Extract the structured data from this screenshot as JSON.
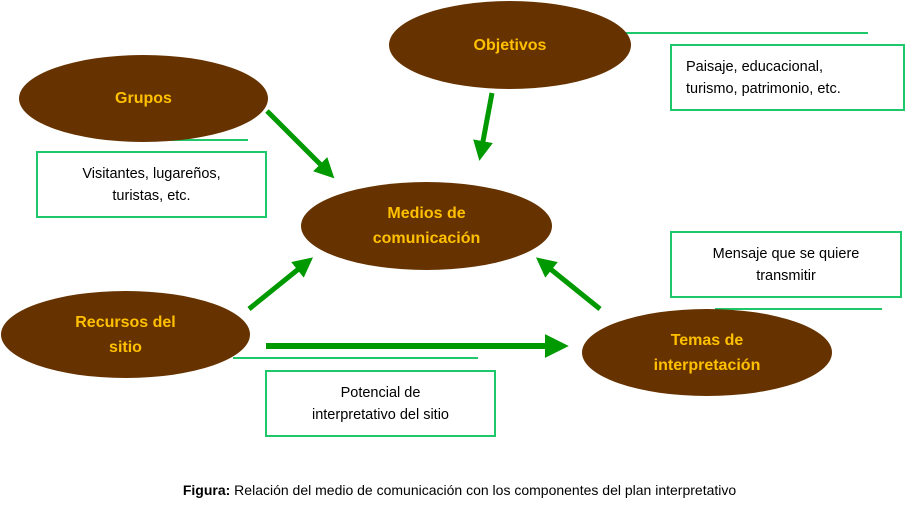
{
  "colors": {
    "node_fill": "#663300",
    "node_text": "#ffc000",
    "arrow": "#009900",
    "note_border": "#1ec86a"
  },
  "nodes": {
    "objetivos": {
      "lines": [
        "Objetivos"
      ]
    },
    "grupos": {
      "lines": [
        "Grupos"
      ]
    },
    "medios": {
      "lines": [
        "Medios de",
        "comunicación"
      ]
    },
    "recursos": {
      "lines": [
        "Recursos del",
        "sitio"
      ]
    },
    "temas": {
      "lines": [
        "Temas de",
        "interpretación"
      ]
    }
  },
  "notes": {
    "objetivos": {
      "lines": [
        "Paisaje, educacional,",
        "turismo, patrimonio, etc."
      ]
    },
    "grupos": {
      "lines": [
        "Visitantes, lugareños,",
        "turistas, etc."
      ]
    },
    "temas": {
      "lines": [
        "Mensaje que se quiere",
        "transmitir"
      ]
    },
    "recursos": {
      "lines": [
        "Potencial de",
        "interpretativo del sitio"
      ]
    }
  },
  "edges": [
    {
      "from": "grupos",
      "to": "medios"
    },
    {
      "from": "objetivos",
      "to": "medios"
    },
    {
      "from": "recursos",
      "to": "medios"
    },
    {
      "from": "temas",
      "to": "medios"
    },
    {
      "from": "recursos",
      "to": "temas"
    }
  ],
  "caption": {
    "label": "Figura",
    "separator": ":",
    "text": " Relación del medio de comunicación con los componentes del plan interpretativo"
  }
}
